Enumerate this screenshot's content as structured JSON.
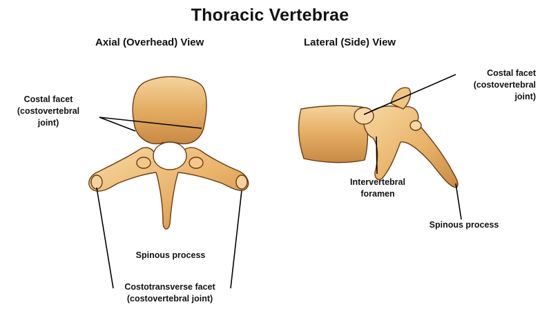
{
  "title": "Thoracic Vertebrae",
  "views": {
    "axial": "Axial (Overhead) View",
    "lateral": "Lateral (Side) View"
  },
  "labels": {
    "axial_costal_facet": [
      "Costal facet",
      "(costovertebral",
      "joint)"
    ],
    "axial_spinous": "Spinous process",
    "axial_costotransverse": [
      "Costotransverse facet",
      "(costovertebral joint)"
    ],
    "lateral_costal_facet": [
      "Costal facet",
      "(costovertebral",
      "joint)"
    ],
    "lateral_intervertebral": [
      "Intervertebral",
      "foramen"
    ],
    "lateral_spinous": "Spinous process"
  },
  "colors": {
    "bone": "#E9B36A",
    "bone_light": "#F6D49A",
    "bone_dark": "#A8672A",
    "outline": "#6B3A12",
    "leader": "#000000"
  }
}
